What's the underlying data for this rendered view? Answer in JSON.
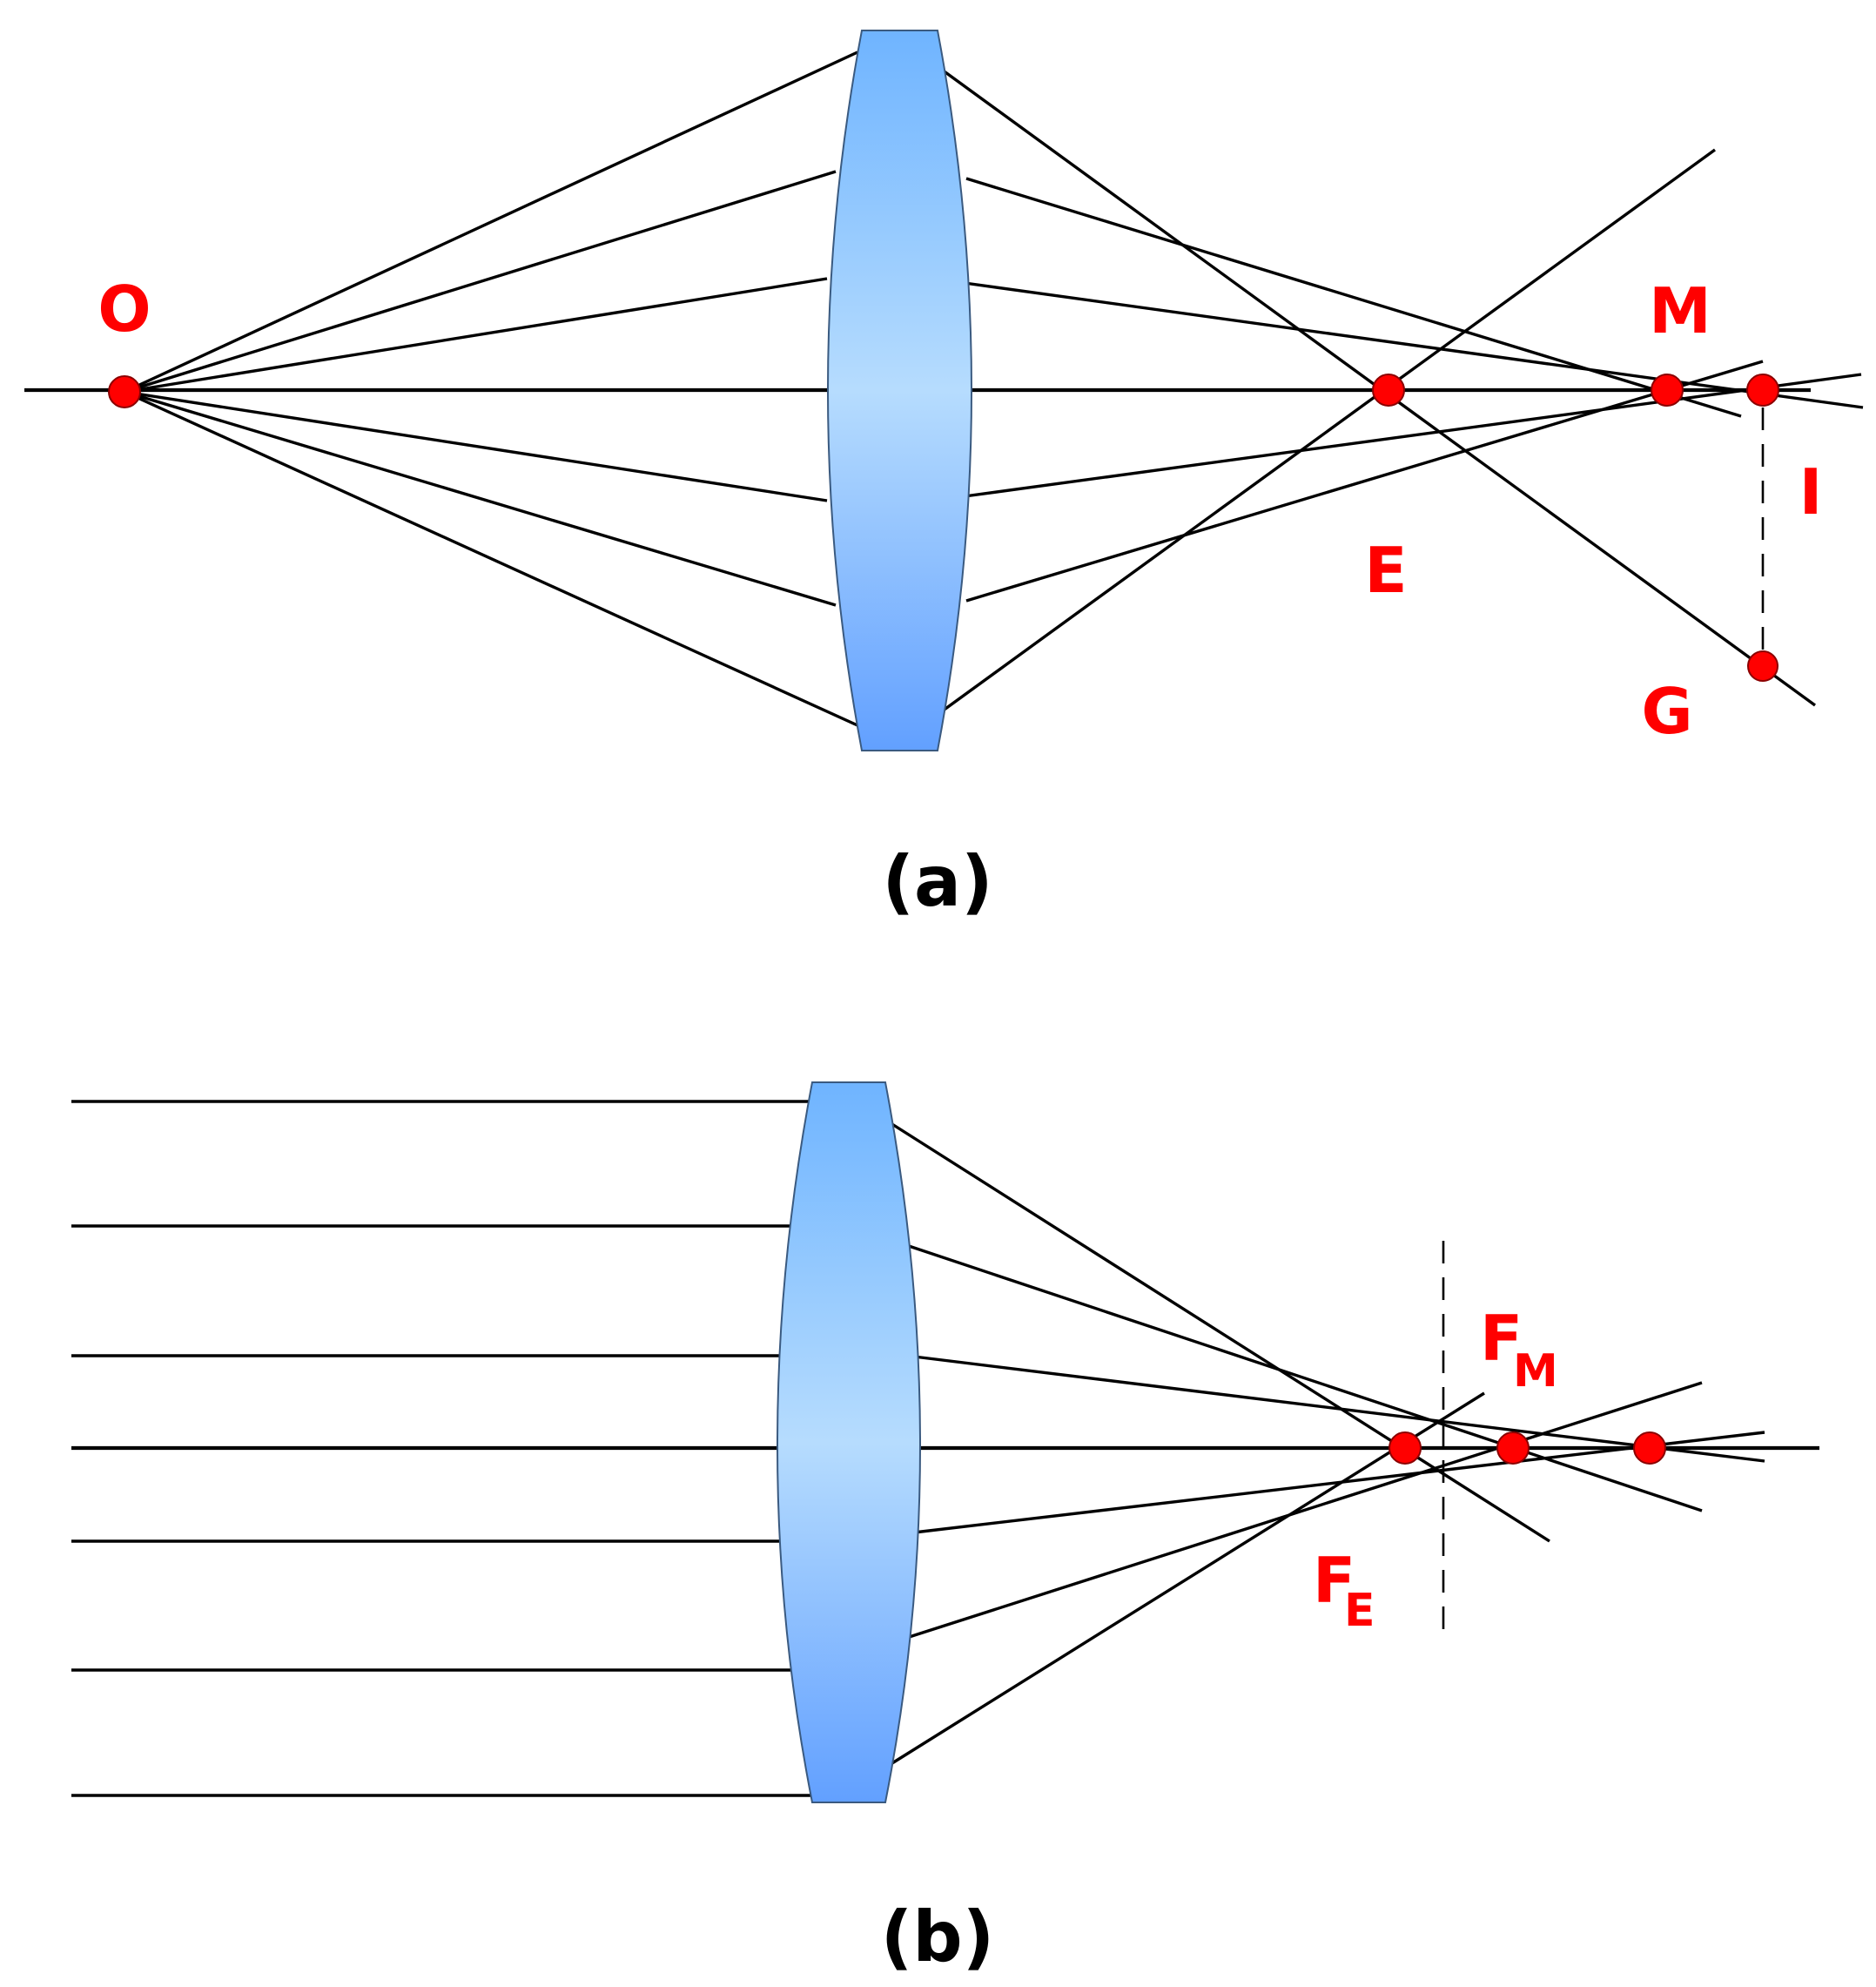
{
  "panel_a": {
    "caption": "(a)",
    "labels": {
      "O": "O",
      "M": "M",
      "E": "E",
      "I": "I",
      "G": "G"
    }
  },
  "panel_b": {
    "caption": "(b)",
    "labels": {
      "FM_main": "F",
      "FM_sub": "M",
      "FE_main": "F",
      "FE_sub": "E"
    }
  },
  "colors": {
    "point": "#ff0000",
    "lens_top": "#6fb4ff",
    "lens_mid": "#b6dcfe",
    "lens_bottom": "#62a0ff",
    "ray": "#000000"
  }
}
